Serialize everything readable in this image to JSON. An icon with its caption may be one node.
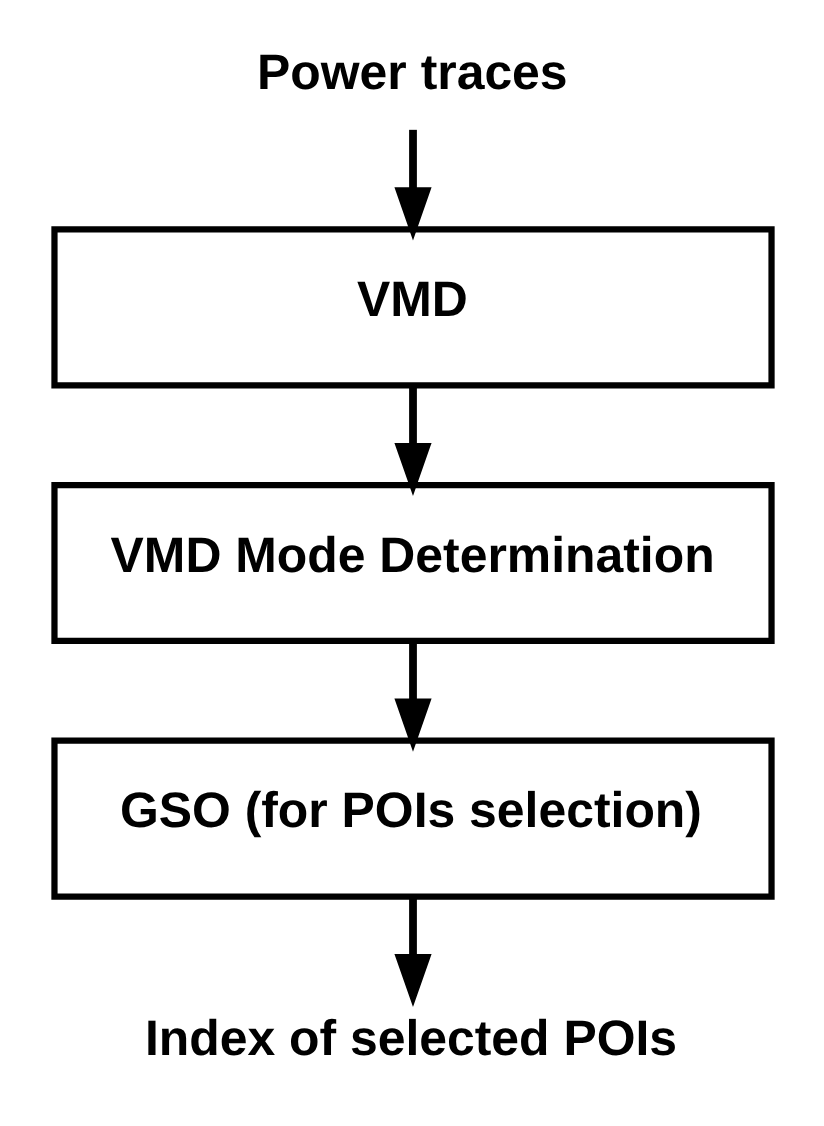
{
  "diagram": {
    "nodes": [
      {
        "text": [
          "Power traces"
        ]
      },
      {
        "text": [
          "VMD"
        ]
      },
      {
        "text": [
          "VMD Mode Determination"
        ]
      },
      {
        "text": [
          "GSO (for POIs selection)"
        ]
      },
      {
        "text": [
          "Index of selected POIs"
        ]
      }
    ],
    "edges": [
      {
        "from": 0,
        "to": 1,
        "arrow": "to"
      },
      {
        "from": 1,
        "to": 2,
        "arrow": "to"
      },
      {
        "from": 2,
        "to": 3,
        "arrow": "to"
      },
      {
        "from": 3,
        "to": 4,
        "arrow": "to"
      }
    ]
  }
}
